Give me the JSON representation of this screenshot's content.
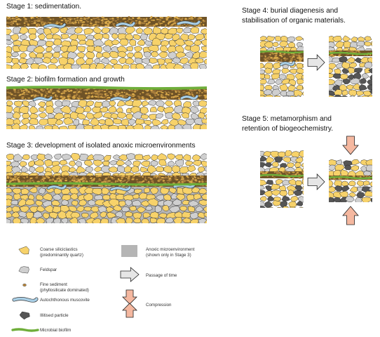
{
  "stages": {
    "s1": "Stage 1: sedimentation.",
    "s2": "Stage 2: biofilm formation and growth",
    "s3": "Stage 3: development of isolated anoxic microenvironments",
    "s4_line1": "Stage 4: burial diagenesis and",
    "s4_line2": "stabilisation of organic materials.",
    "s5_line1": "Stage 5: metamorphism and",
    "s5_line2": "retention of biogeochemistry."
  },
  "legend": {
    "coarse_line1": "Coarse siliciclastics",
    "coarse_line2": "(predominantly quartz)",
    "feldspar": "Feldspar",
    "fine_line1": "Fine sediment",
    "fine_line2": "(phyllosilicate dominated)",
    "muscovite": "Autochthonous muscovite",
    "illitised": "Illitised particle",
    "biofilm": "Microbial biofilm",
    "anoxic_line1": "Anoxic microenvironment",
    "anoxic_line2": "(shown only in Stage 3)",
    "time": "Passage of time",
    "compression": "Compression"
  },
  "colors": {
    "quartz": "#f7d26a",
    "feldspar": "#cfcfcf",
    "fine": "#8a6a35",
    "muscovite": "#a9cfe6",
    "illite": "#555555",
    "biofilm": "#6fae3a",
    "anoxic": "#b5b5b5",
    "arrow_time": "#e6e6e6",
    "arrow_compression": "#f5b8a0"
  }
}
